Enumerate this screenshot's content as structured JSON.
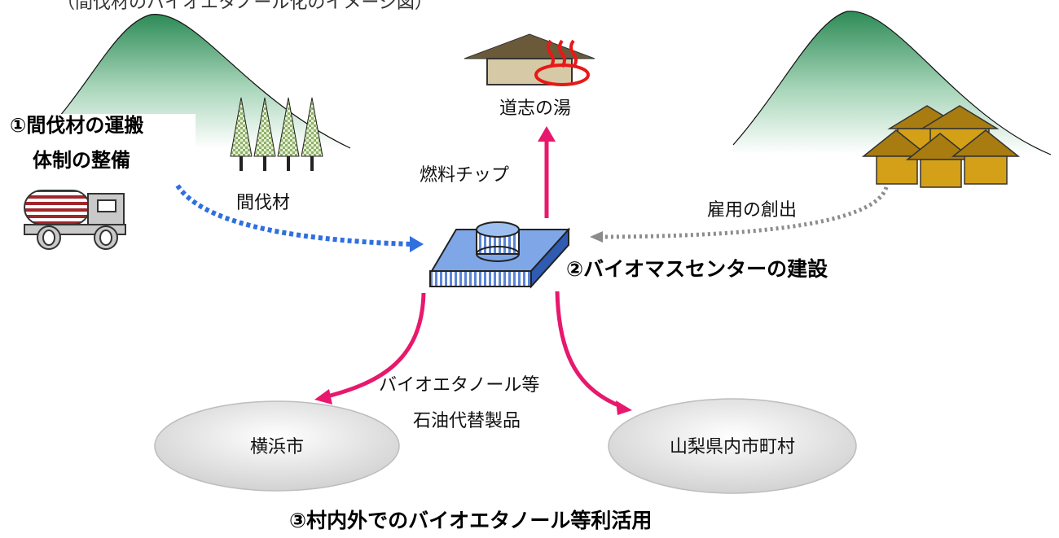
{
  "top_caption": "（間伐材のバイオエタノール化のイメージ図）",
  "step1": {
    "line1": "①間伐材の運搬",
    "line2": "体制の整備"
  },
  "step2": "②バイオマスセンターの建設",
  "step3": "③村内外でのバイオエタノール等利活用",
  "labels": {
    "thinned_wood": "間伐材",
    "hot_spring": "道志の湯",
    "fuel_chip": "燃料チップ",
    "employment": "雇用の創出",
    "products_line1": "バイオエタノール等",
    "products_line2": "石油代替製品"
  },
  "destinations": {
    "left": "横浜市",
    "right": "山梨県内市町村"
  },
  "colors": {
    "accent_pink": "#e8186d",
    "blue_dotted": "#2f6fe0",
    "gray_dotted": "#8c8c8c",
    "mountain_green": "#2e8b57"
  },
  "icons": [
    "mountain-icon",
    "tree-icon",
    "truck-icon",
    "hot-spring-icon",
    "factory-icon",
    "houses-icon"
  ]
}
